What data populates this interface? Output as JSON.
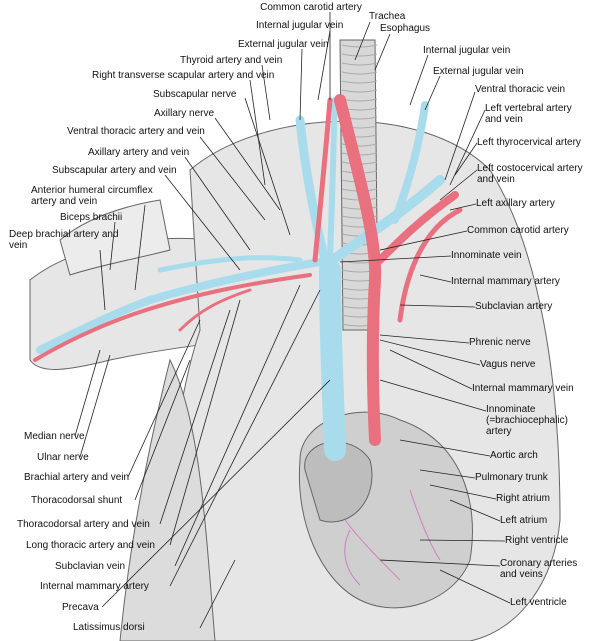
{
  "labels": {
    "common_carotid_top": "Common carotid artery",
    "trachea": "Trachea",
    "esophagus": "Esophagus",
    "internal_jugular_left": "Internal jugular vein",
    "internal_jugular_right": "Internal jugular vein",
    "external_jugular_left": "External jugular vein",
    "external_jugular_right": "External jugular vein",
    "thyroid": "Thyroid artery and vein",
    "right_transverse_scapular": "Right transverse scapular artery and vein",
    "subscapular_nerve": "Subscapular nerve",
    "ventral_thoracic_vein": "Ventral thoracic vein",
    "left_vertebral": "Left vertebral artery and vein",
    "axillary_nerve": "Axillary nerve",
    "left_thyrocervical": "Left thyrocervical artery",
    "ventral_thoracic_av": "Ventral thoracic artery and vein",
    "left_costocervical": "Left costocervical artery and vein",
    "axillary_av": "Axillary artery and vein",
    "subscapular_av": "Subscapular artery and vein",
    "left_axillary": "Left axillary artery",
    "anterior_humeral": "Anterior humeral circumflex artery and vein",
    "common_carotid_left": "Common carotid artery",
    "biceps": "Biceps brachii",
    "deep_brachial": "Deep brachial artery and vein",
    "innominate_vein": "Innominate vein",
    "internal_mammary_artery_right": "Internal mammary artery",
    "subclavian_artery": "Subclavian artery",
    "phrenic": "Phrenic nerve",
    "vagus": "Vagus nerve",
    "internal_mammary_vein": "Internal mammary vein",
    "innominate_artery": "Innominate (=brachiocephalic) artery",
    "median_nerve": "Median nerve",
    "ulnar_nerve": "Ulnar nerve",
    "aortic_arch": "Aortic arch",
    "brachial": "Brachial artery and vein",
    "pulmonary_trunk": "Pulmonary trunk",
    "thoracodorsal_shunt": "Thoracodorsal shunt",
    "right_atrium": "Right atrium",
    "left_atrium": "Left atrium",
    "thoracodorsal_av": "Thoracodorsal artery and vein",
    "right_ventricle": "Right ventricle",
    "long_thoracic": "Long thoracic artery and vein",
    "subclavian_vein": "Subclavian vein",
    "coronary": "Coronary arteries and veins",
    "internal_mammary_artery_left": "Internal mammary artery",
    "left_ventricle": "Left ventricle",
    "precava": "Precava",
    "latissimus": "Latissimus dorsi"
  },
  "colors": {
    "artery": "#e8707f",
    "vein": "#a8dcec",
    "tissue": "#e4e4e4",
    "outline": "#555555",
    "leader": "#222222"
  }
}
